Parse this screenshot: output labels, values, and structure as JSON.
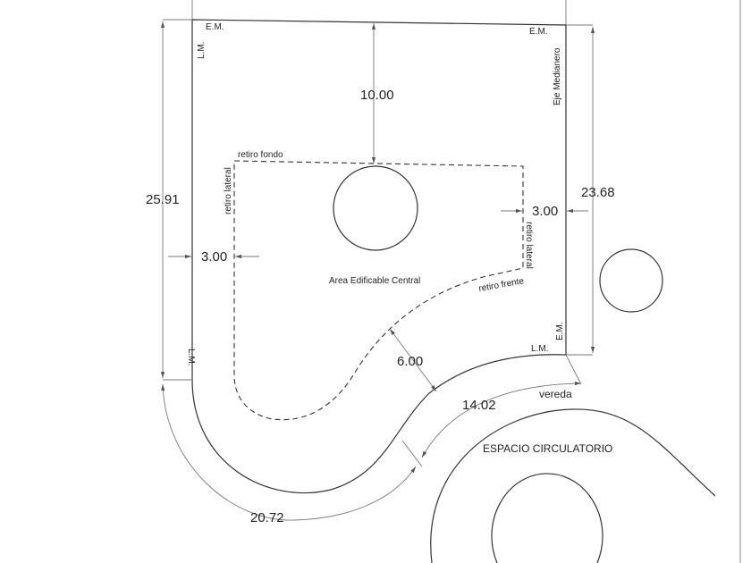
{
  "plan": {
    "corner_labels": {
      "em_top_left": "E.M.",
      "em_top_right": "E.M.",
      "lm_top_left": "L.M.",
      "lm_bottom_left": "L.M.",
      "lm_bottom_right": "L.M.",
      "em_bottom_right": "E.M."
    },
    "axis_label": "Eje Medianero",
    "setbacks": {
      "fondo": "retiro fondo",
      "lateral_left": "retiro lateral",
      "lateral_right": "retiro lateral",
      "frente": "retiro frente"
    },
    "area_label": "Area Edificable Central",
    "dimensions": {
      "left_depth": "25.91",
      "right_depth": "23.68",
      "rear_setback": "10.00",
      "left_setback": "3.00",
      "right_setback": "3.00",
      "front_setback": "6.00",
      "front_arc_1": "14.02",
      "front_arc_2": "20.72"
    },
    "sidewalk_label": "vereda",
    "circulation_label": "ESPACIO CIRCULATORIO"
  }
}
